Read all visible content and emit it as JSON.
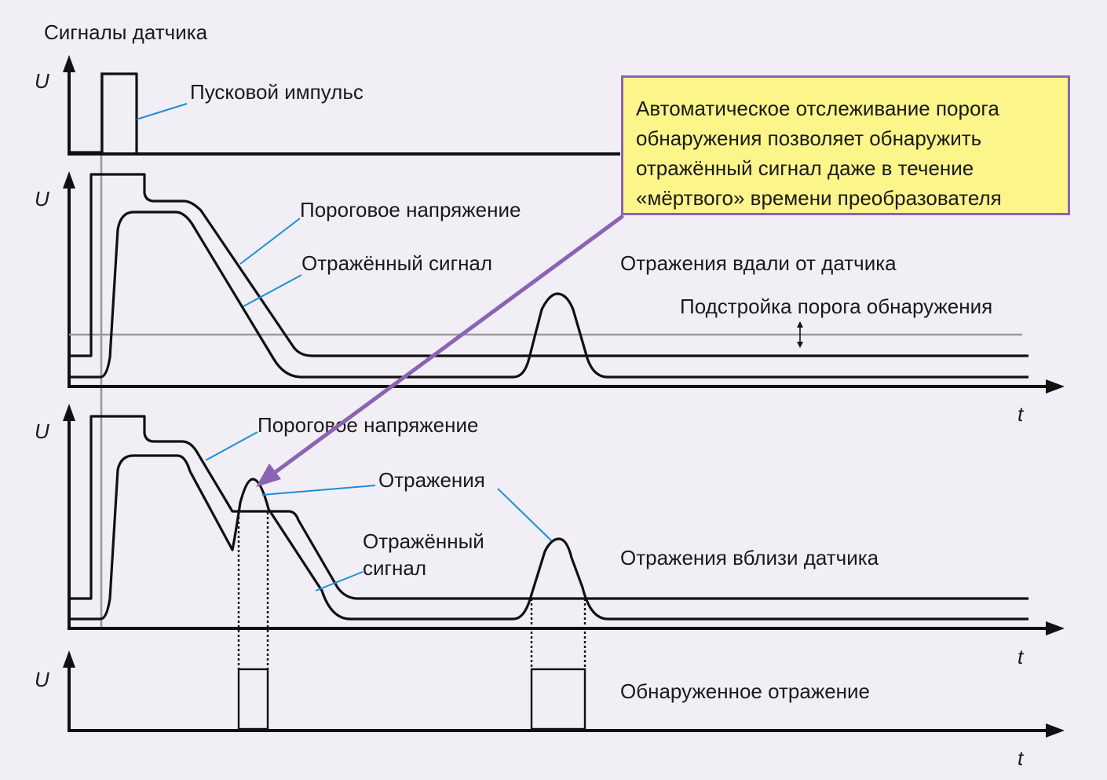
{
  "title": "Сигналы датчика",
  "axis": {
    "u": "U",
    "t": "t"
  },
  "panels": {
    "trigger": {
      "label": "Пусковой импульс"
    },
    "far": {
      "threshold_label": "Пороговое напряжение",
      "echo_label": "Отражённый сигнал",
      "caption": "Отражения вдали от датчика",
      "adjust_label": "Подстройка порога обнаружения"
    },
    "near": {
      "threshold_label": "Пороговое напряжение",
      "reflections_label": "Отражения",
      "echo_label_line1": "Отражённый",
      "echo_label_line2": "сигнал",
      "caption": "Отражения вблизи датчика"
    },
    "detected": {
      "caption": "Обнаруженное отражение"
    }
  },
  "callout": {
    "lines": [
      "Автоматическое отслеживание порога",
      "обнаружения позволяет обнаружить",
      "отражённый сигнал даже в течение",
      "«мёртвого» времени преобразователя"
    ]
  },
  "colors": {
    "background": "#f1eef6",
    "callout_fill": "#fbf58a",
    "callout_border": "#8a63b3",
    "arrow": "#8a63b3",
    "leader": "#1a8fd6",
    "baseline_grey": "#9a9a9a"
  }
}
